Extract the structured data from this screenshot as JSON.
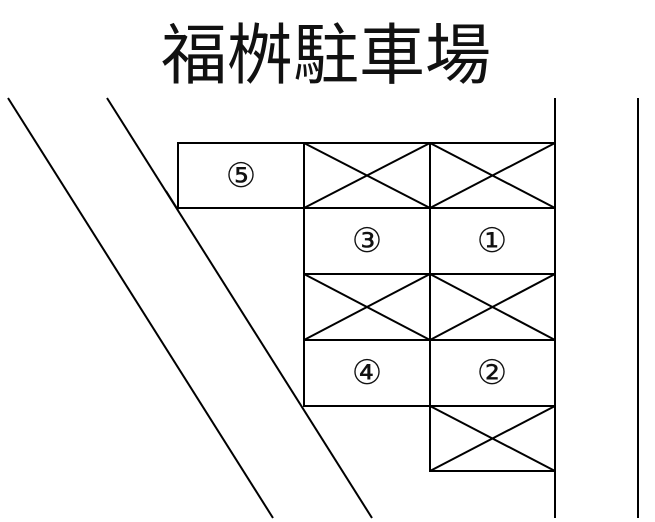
{
  "title": "福桝駐車場",
  "spaces": [
    {
      "id": "space-5",
      "label": "⑤",
      "available": true
    },
    {
      "id": "space-blocked-top-middle",
      "label": "",
      "available": false
    },
    {
      "id": "space-blocked-top-right",
      "label": "",
      "available": false
    },
    {
      "id": "space-3",
      "label": "③",
      "available": true
    },
    {
      "id": "space-1",
      "label": "①",
      "available": true
    },
    {
      "id": "space-blocked-middle-left",
      "label": "",
      "available": false
    },
    {
      "id": "space-blocked-middle-right",
      "label": "",
      "available": false
    },
    {
      "id": "space-4",
      "label": "④",
      "available": true
    },
    {
      "id": "space-2",
      "label": "②",
      "available": true
    },
    {
      "id": "space-blocked-bottom",
      "label": "",
      "available": false
    }
  ]
}
